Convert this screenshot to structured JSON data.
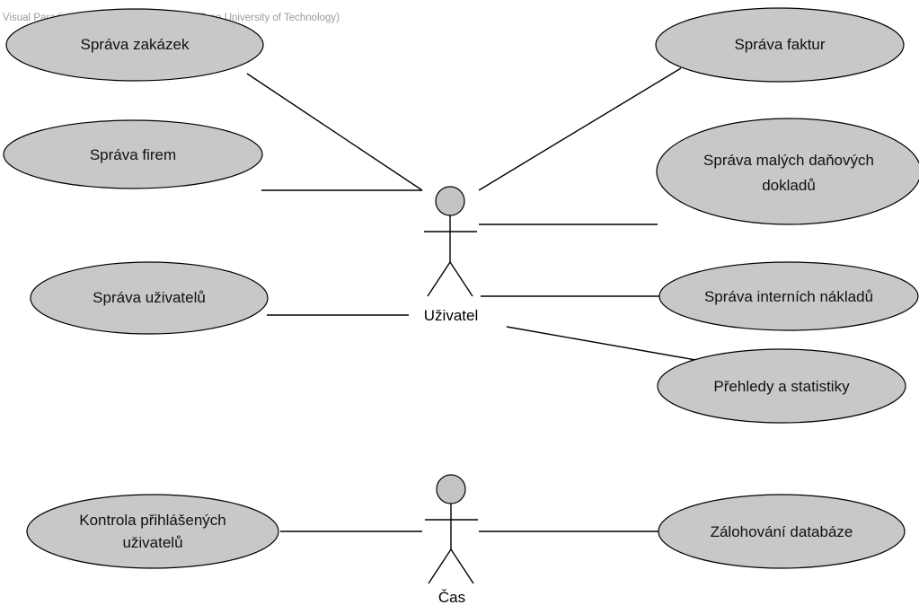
{
  "watermark": "Visual Paradigm for UML Standard Edition(Brno University of Technology)",
  "actors": {
    "user": {
      "name": "Uživatel"
    },
    "time": {
      "name": "Čas"
    }
  },
  "use_cases": {
    "sprava_zakazek": {
      "lines": [
        "Správa zakázek"
      ]
    },
    "sprava_firem": {
      "lines": [
        "Správa firem"
      ]
    },
    "sprava_uzivatelu": {
      "lines": [
        "Správa uživatelů"
      ]
    },
    "sprava_faktur": {
      "lines": [
        "Správa faktur"
      ]
    },
    "sprava_malych": {
      "lines": [
        "Správa malých daňových",
        "dokladů"
      ]
    },
    "sprava_internich": {
      "lines": [
        "Správa interních nákladů"
      ]
    },
    "prehledy": {
      "lines": [
        "Přehledy a statistiky"
      ]
    },
    "kontrola": {
      "lines": [
        "Kontrola přihlášených",
        "uživatelů"
      ]
    },
    "zalohovani": {
      "lines": [
        "Zálohování databáze"
      ]
    }
  },
  "colors": {
    "use_case_fill": "#c8c8c8",
    "actor_head_fill": "#c4c4c4",
    "line": "#000000"
  }
}
